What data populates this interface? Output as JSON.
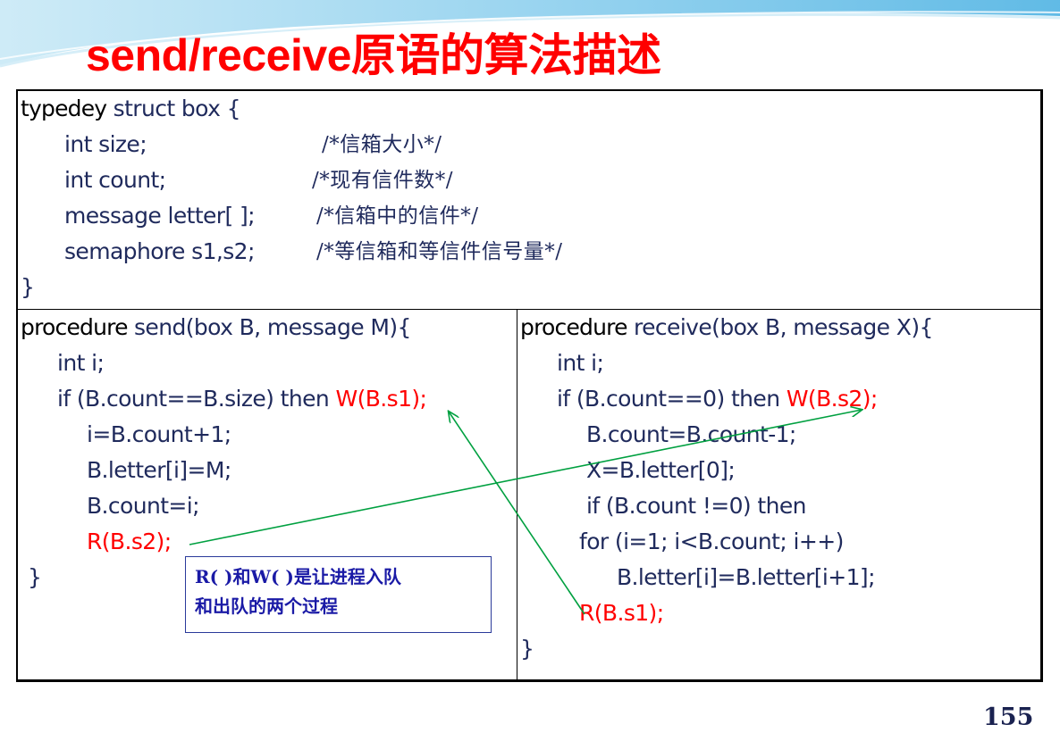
{
  "slide": {
    "title": "send/receive原语的算法描述",
    "page_number": "155"
  },
  "struct_box": {
    "line1": {
      "kw": "typedey",
      "rest": " struct box {"
    },
    "line2": {
      "code": "int size;",
      "comment": "/*信箱大小*/"
    },
    "line3": {
      "code": "int count;",
      "comment": "/*现有信件数*/"
    },
    "line4": {
      "code": "message letter[ ];",
      "comment": "/*信箱中的信件*/"
    },
    "line5": {
      "code": "semaphore s1,s2;",
      "comment": "/*等信箱和等信件信号量*/"
    },
    "line6": "}"
  },
  "send_proc": {
    "header_kw": "procedure",
    "header_rest": " send(box B, message M){",
    "l1": "int i;",
    "l2": "if (B.count==B.size)  then ",
    "l2_red": "W(B.s1);",
    "l3": "i=B.count+1;",
    "l4": "B.letter[i]=M;",
    "l5": "B.count=i;",
    "l6_red": "R(B.s2);",
    "close": "}"
  },
  "receive_proc": {
    "header_kw": "procedure",
    "header_rest": " receive(box B, message X){",
    "l1": "int i;",
    "l2": "if (B.count==0)  then ",
    "l2_red": "W(B.s2);",
    "l3": "B.count=B.count-1;",
    "l4": "X=B.letter[0];",
    "l5": "if (B.count !=0) then",
    "l6": "for (i=1; i<B.count; i++)",
    "l7": "B.letter[i]=B.letter[i+1];",
    "l8_red": "R(B.s1);",
    "close": "}"
  },
  "note": {
    "line1": "R( )和W( )是让进程入队",
    "line2": "和出队的两个过程"
  },
  "colors": {
    "title": "#ff0000",
    "code": "#1f2a5c",
    "keyword": "#000000",
    "highlight": "#ff0000",
    "arrow": "#00a040",
    "note_border": "#2a3a9a",
    "note_text": "#1a1aa6"
  }
}
